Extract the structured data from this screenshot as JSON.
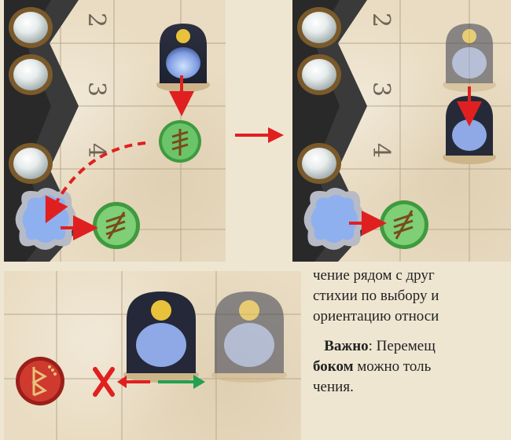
{
  "board_labels": {
    "panel1_numbers": [
      "2",
      "3",
      "4"
    ],
    "panel2_numbers": [
      "2",
      "3",
      "4"
    ]
  },
  "text": {
    "line1": "чение рядом с друг",
    "line2": "стихии по выбору и",
    "line3": "ориентацию относи",
    "important_bold1": "Важно",
    "important_rest1": ": Перемещ",
    "important_bold2": "боком",
    "important_rest2": " можно толь",
    "line_last": "чения."
  },
  "colors": {
    "arrow_red": "#e02020",
    "arrow_green": "#22a050",
    "token_green": "#5cb85c",
    "token_red": "#c8302a",
    "grid_line": "#b8a98c"
  }
}
